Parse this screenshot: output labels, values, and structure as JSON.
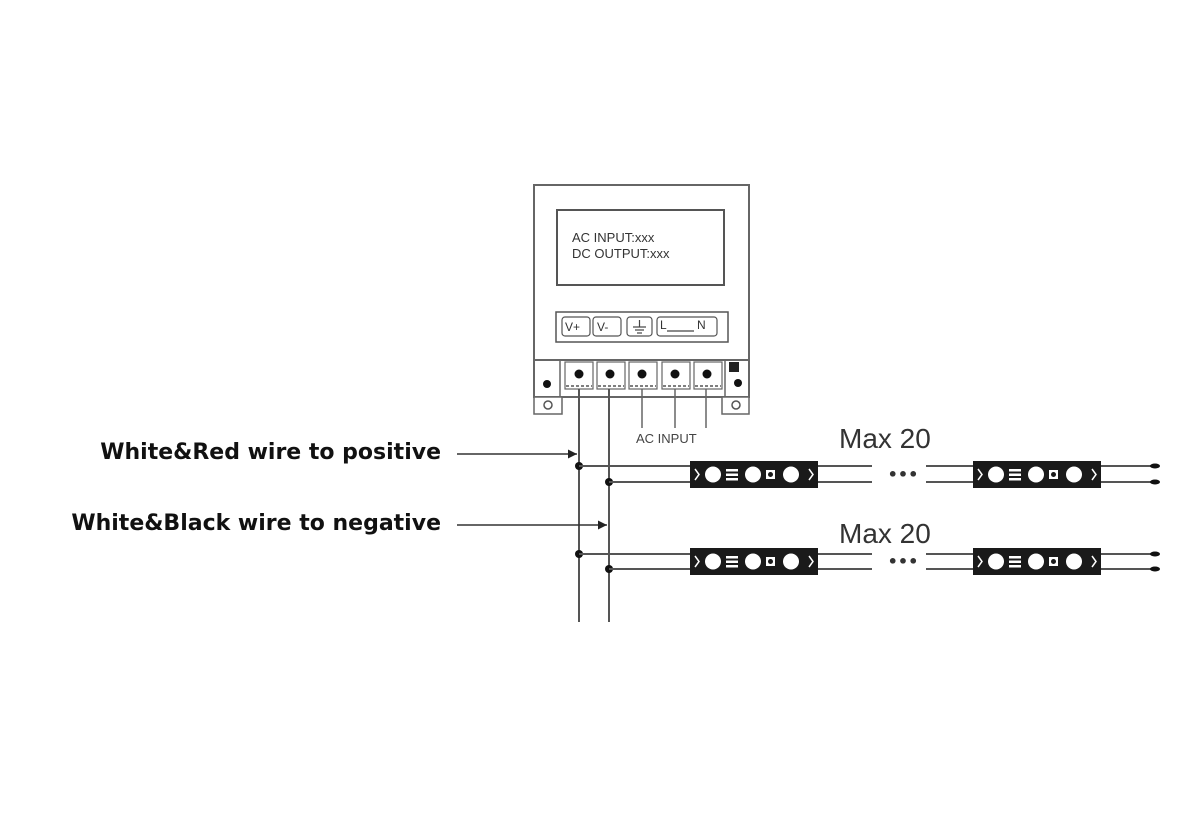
{
  "power_supply": {
    "label_lines": [
      "AC INPUT:xxx",
      "DC OUTPUT:xxx"
    ],
    "terminals": [
      {
        "id": "v-plus",
        "label": "V+"
      },
      {
        "id": "v-minus",
        "label": "V-"
      },
      {
        "id": "ground",
        "label": "⏚"
      },
      {
        "id": "l-n",
        "label_left": "L",
        "label_right": "N"
      }
    ],
    "ac_input_label": "AC INPUT"
  },
  "annotations": {
    "positive": "White&Red wire to positive",
    "negative": "White&Black wire to negative"
  },
  "rows": [
    {
      "max_label": "Max 20",
      "ellipsis": "•••"
    },
    {
      "max_label": "Max 20",
      "ellipsis": "•••"
    }
  ],
  "colors": {
    "line": "#555555",
    "module": "#1a1a1a",
    "text": "#111111"
  }
}
